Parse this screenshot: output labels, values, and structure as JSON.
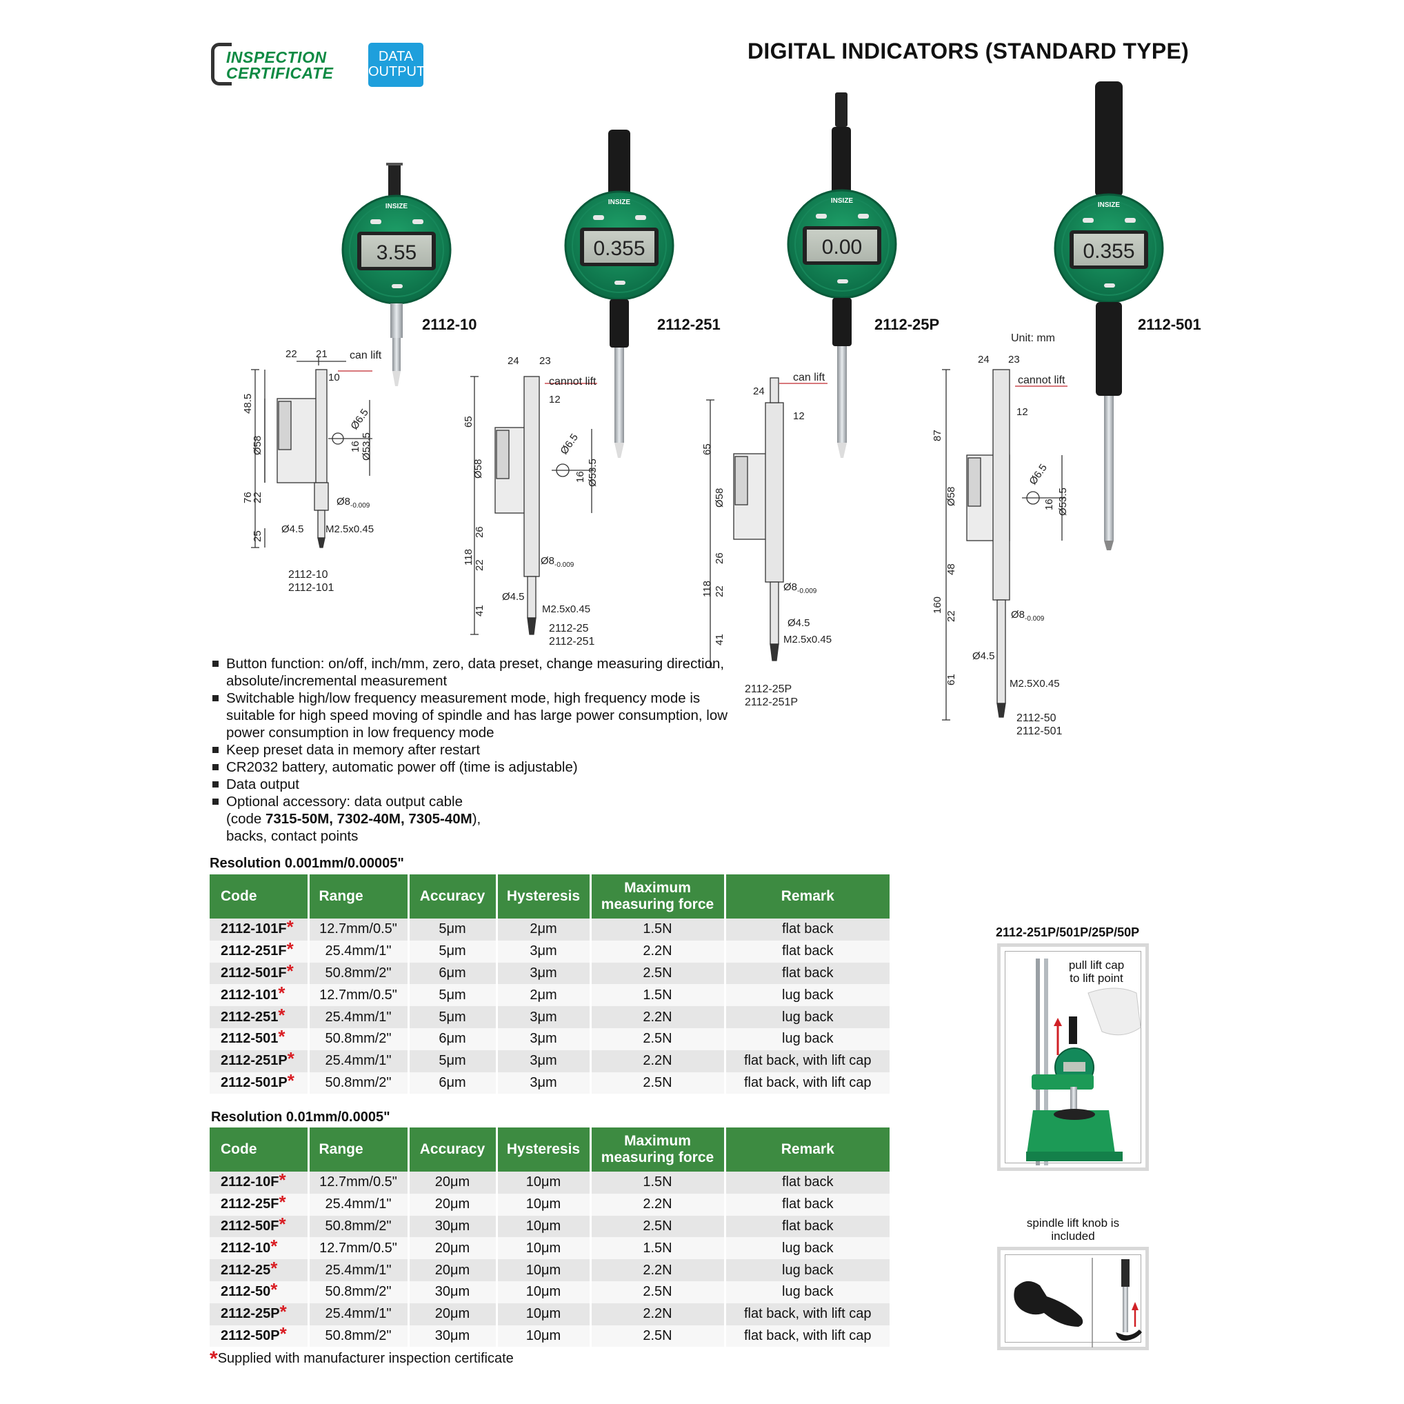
{
  "header": {
    "cert_line1": "INSPECTION",
    "cert_line2": "CERTIFICATE",
    "data_line1": "DATA",
    "data_line2": "OUTPUT",
    "title": "DIGITAL INDICATORS (STANDARD TYPE)"
  },
  "products": [
    {
      "code": "2112-10",
      "display": "3.55",
      "brand": "INSIZE"
    },
    {
      "code": "2112-251",
      "display": "0.355",
      "brand": "INSIZE"
    },
    {
      "code": "2112-25P",
      "display": "0.00",
      "brand": "INSIZE"
    },
    {
      "code": "2112-501",
      "display": "0.355",
      "brand": "INSIZE"
    }
  ],
  "unit_label": "Unit: mm",
  "drawing_captions": {
    "d1_line1": "2112-10",
    "d1_line2": "2112-101",
    "d2_line1": "2112-25",
    "d2_line2": "2112-251",
    "d3_line1": "2112-25P",
    "d3_line2": "2112-251P",
    "d4_line1": "2112-50",
    "d4_line2": "2112-501"
  },
  "drawing_labels": {
    "can_lift": "can lift",
    "cannot_lift": "cannot lift"
  },
  "features": [
    "Button function: on/off, inch/mm, zero, data preset, change measuring direction, absolute/incremental measurement",
    "Switchable high/low frequency measurement mode, high frequency mode is suitable for high speed moving of spindle and has large power consumption, low power consumption in low frequency mode",
    "Keep preset data in memory after restart",
    "CR2032 battery, automatic power off (time is adjustable)",
    "Data output"
  ],
  "feature_accessory": {
    "line1": "Optional accessory: data output cable",
    "code_prefix": "(code ",
    "codes": "7315-50M, 7302-40M, 7305-40M",
    "code_suffix": "),",
    "line3": "backs, contact points"
  },
  "table_headers": {
    "code": "Code",
    "range": "Range",
    "accuracy": "Accuracy",
    "hysteresis": "Hysteresis",
    "force_line1": "Maximum",
    "force_line2": "measuring force",
    "remark": "Remark"
  },
  "table1": {
    "title": "Resolution 0.001mm/0.00005\"",
    "rows": [
      {
        "code": "2112-101F",
        "range": "12.7mm/0.5\"",
        "accuracy": "5μm",
        "hysteresis": "2μm",
        "force": "1.5N",
        "remark": "flat back"
      },
      {
        "code": "2112-251F",
        "range": "25.4mm/1\"",
        "accuracy": "5μm",
        "hysteresis": "3μm",
        "force": "2.2N",
        "remark": "flat back"
      },
      {
        "code": "2112-501F",
        "range": "50.8mm/2\"",
        "accuracy": "6μm",
        "hysteresis": "3μm",
        "force": "2.5N",
        "remark": "flat back"
      },
      {
        "code": "2112-101",
        "range": "12.7mm/0.5\"",
        "accuracy": "5μm",
        "hysteresis": "2μm",
        "force": "1.5N",
        "remark": "lug back"
      },
      {
        "code": "2112-251",
        "range": "25.4mm/1\"",
        "accuracy": "5μm",
        "hysteresis": "3μm",
        "force": "2.2N",
        "remark": "lug back"
      },
      {
        "code": "2112-501",
        "range": "50.8mm/2\"",
        "accuracy": "6μm",
        "hysteresis": "3μm",
        "force": "2.5N",
        "remark": "lug back"
      },
      {
        "code": "2112-251P",
        "range": "25.4mm/1\"",
        "accuracy": "5μm",
        "hysteresis": "3μm",
        "force": "2.2N",
        "remark": "flat back, with lift cap"
      },
      {
        "code": "2112-501P",
        "range": "50.8mm/2\"",
        "accuracy": "6μm",
        "hysteresis": "3μm",
        "force": "2.5N",
        "remark": "flat back, with lift cap"
      }
    ]
  },
  "table2": {
    "title": "Resolution 0.01mm/0.0005\"",
    "rows": [
      {
        "code": "2112-10F",
        "range": "12.7mm/0.5\"",
        "accuracy": "20μm",
        "hysteresis": "10μm",
        "force": "1.5N",
        "remark": "flat back"
      },
      {
        "code": "2112-25F",
        "range": "25.4mm/1\"",
        "accuracy": "20μm",
        "hysteresis": "10μm",
        "force": "2.2N",
        "remark": "flat back"
      },
      {
        "code": "2112-50F",
        "range": "50.8mm/2\"",
        "accuracy": "30μm",
        "hysteresis": "10μm",
        "force": "2.5N",
        "remark": "flat back"
      },
      {
        "code": "2112-10",
        "range": "12.7mm/0.5\"",
        "accuracy": "20μm",
        "hysteresis": "10μm",
        "force": "1.5N",
        "remark": "lug back"
      },
      {
        "code": "2112-25",
        "range": "25.4mm/1\"",
        "accuracy": "20μm",
        "hysteresis": "10μm",
        "force": "2.2N",
        "remark": "lug back"
      },
      {
        "code": "2112-50",
        "range": "50.8mm/2\"",
        "accuracy": "30μm",
        "hysteresis": "10μm",
        "force": "2.5N",
        "remark": "lug back"
      },
      {
        "code": "2112-25P",
        "range": "25.4mm/1\"",
        "accuracy": "20μm",
        "hysteresis": "10μm",
        "force": "2.2N",
        "remark": "flat back, with lift cap"
      },
      {
        "code": "2112-50P",
        "range": "50.8mm/2\"",
        "accuracy": "30μm",
        "hysteresis": "10μm",
        "force": "2.5N",
        "remark": "flat back, with lift cap"
      }
    ]
  },
  "star_symbol": "*",
  "footnote": "Supplied with manufacturer inspection certificate",
  "side_panel": {
    "title": "2112-251P/501P/25P/50P",
    "photo1_note_line1": "pull lift cap",
    "photo1_note_line2": "to lift point",
    "knob_note_line1": "spindle lift knob is",
    "knob_note_line2": "included"
  },
  "colors": {
    "brand_green": "#0d8a43",
    "table_header_green": "#3d8b41",
    "data_badge_blue": "#1e9fdc",
    "star_red": "#d91d23"
  }
}
